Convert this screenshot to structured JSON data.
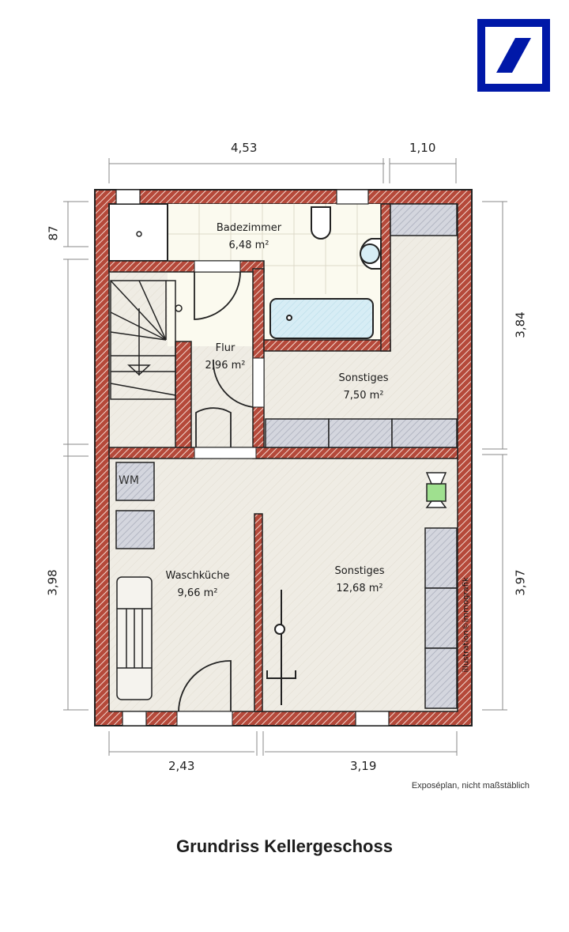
{
  "logo": {
    "name": "bank-logo",
    "colors": {
      "frame": "#0018a8",
      "background": "#ffffff"
    }
  },
  "plan": {
    "colors": {
      "wall": "#b5493a",
      "wall_hatch": "#f3d9d0",
      "floor": "#efece4",
      "bath_floor": "#fbfaef",
      "tub": "#cfe8f2",
      "storage": "#c9ccd6",
      "radiator": "#9fe08f",
      "dim_line": "#888888"
    },
    "dimensions": {
      "top": [
        "4,53",
        "1,10"
      ],
      "bottom": [
        "2,43",
        "3,19"
      ],
      "left": [
        "87",
        "3,98"
      ],
      "right": [
        "3,84",
        "3,97"
      ]
    },
    "rooms": [
      {
        "name": "Badezimmer",
        "area": "6,48 m²"
      },
      {
        "name": "Flur",
        "area": "2,96 m²"
      },
      {
        "name": "Sonstiges",
        "area": "7,50 m²"
      },
      {
        "name": "Waschküche",
        "area": "9,66 m²"
      },
      {
        "name": "Sonstiges",
        "area": "12,68 m²"
      }
    ],
    "fixtures": {
      "washer_label": "WM"
    },
    "credit": "illustration©immografik"
  },
  "footer": {
    "note": "Exposéplan, nicht maßstäblich",
    "title": "Grundriss Kellergeschoss"
  }
}
